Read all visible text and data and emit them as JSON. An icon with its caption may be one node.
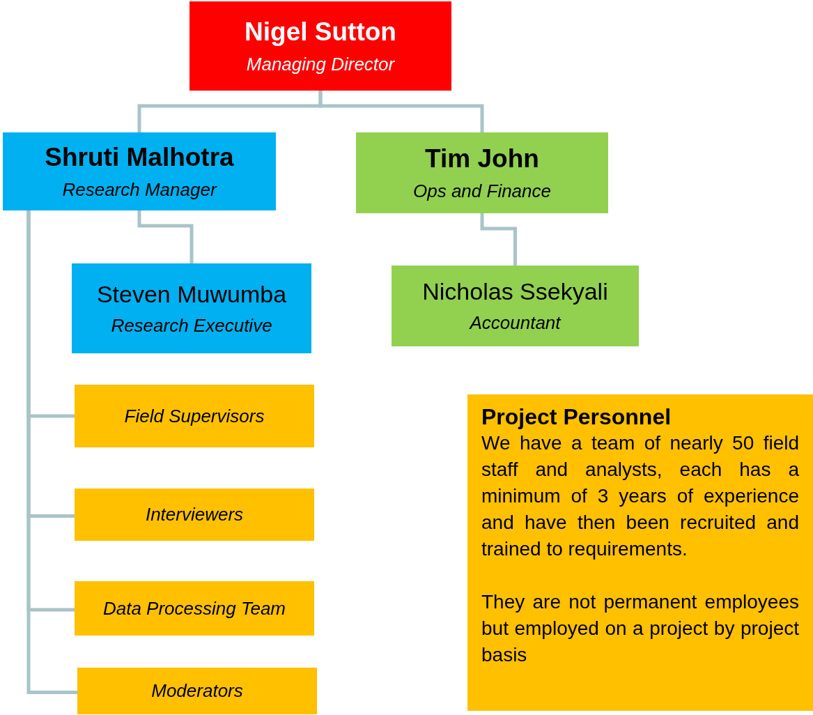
{
  "diagram": {
    "nodes": [
      {
        "text": [
          "Nigel Sutton",
          "Managing Director"
        ]
      },
      {
        "text": [
          "Shruti Malhotra",
          "Research Manager"
        ]
      },
      {
        "text": [
          "Tim John",
          "Ops and Finance"
        ]
      },
      {
        "text": [
          "Steven Muwumba",
          "Research Executive"
        ]
      },
      {
        "text": [
          "Nicholas Ssekyali",
          "Accountant"
        ]
      },
      {
        "text": [
          "Field Supervisors"
        ]
      },
      {
        "text": [
          "Interviewers"
        ]
      },
      {
        "text": [
          "Data Processing Team"
        ]
      },
      {
        "text": [
          "Moderators"
        ]
      },
      {
        "text": [
          "Project Personnel",
          "We have a team of nearly 50 field staff and analysts, each has a minimum of 3 years of experience and have then been recruited and trained to requirements.",
          "They are not permanent employees but employed on a project by project basis"
        ]
      }
    ],
    "edges": [
      {
        "from": 0,
        "to": 1,
        "arrow": "none"
      },
      {
        "from": 0,
        "to": 2,
        "arrow": "none"
      },
      {
        "from": 1,
        "to": 3,
        "arrow": "none"
      },
      {
        "from": 1,
        "to": 5,
        "arrow": "none"
      },
      {
        "from": 1,
        "to": 6,
        "arrow": "none"
      },
      {
        "from": 1,
        "to": 7,
        "arrow": "none"
      },
      {
        "from": 1,
        "to": 8,
        "arrow": "none"
      },
      {
        "from": 2,
        "to": 4,
        "arrow": "none"
      }
    ]
  }
}
